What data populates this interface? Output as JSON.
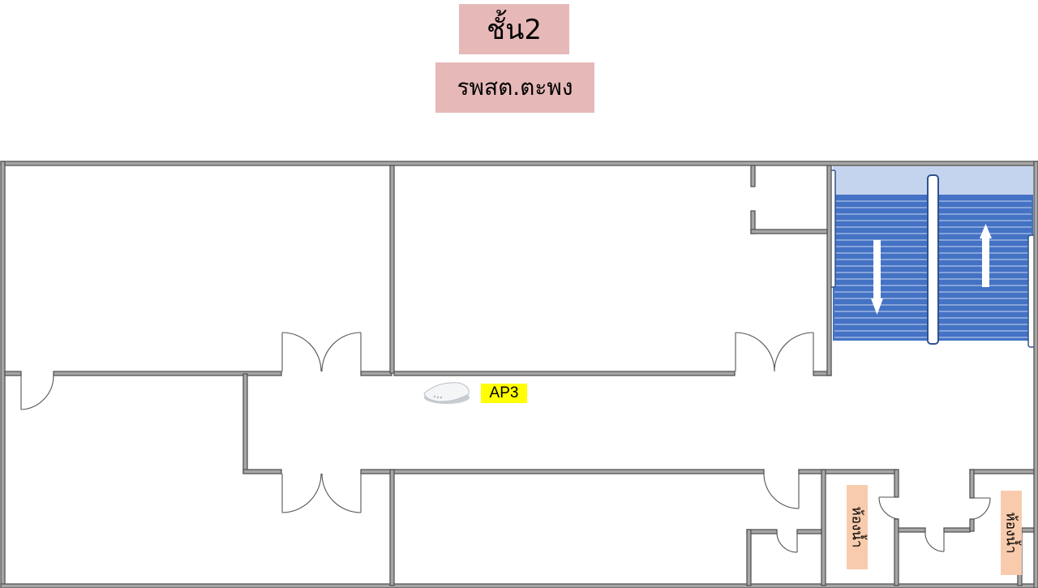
{
  "header": {
    "floor_label": "ชั้น2",
    "hospital_label": "รพสต.ตะพง"
  },
  "access_point": {
    "label": "AP3",
    "icon": "wireless-access-point-icon"
  },
  "rooms": {
    "restroom_1": "ห้องน้ำ",
    "restroom_2": "ห้องน้ำ"
  },
  "stairs": {
    "left_arrow": "down",
    "right_arrow": "up"
  },
  "colors": {
    "title_fill": "#e6b9b8",
    "wall": "#a6a6a6",
    "stair_fill": "#4472c4",
    "stair_landing": "#c5d4ee",
    "ap_label_fill": "#ffff00",
    "restroom_label_fill": "#f8cbad"
  }
}
